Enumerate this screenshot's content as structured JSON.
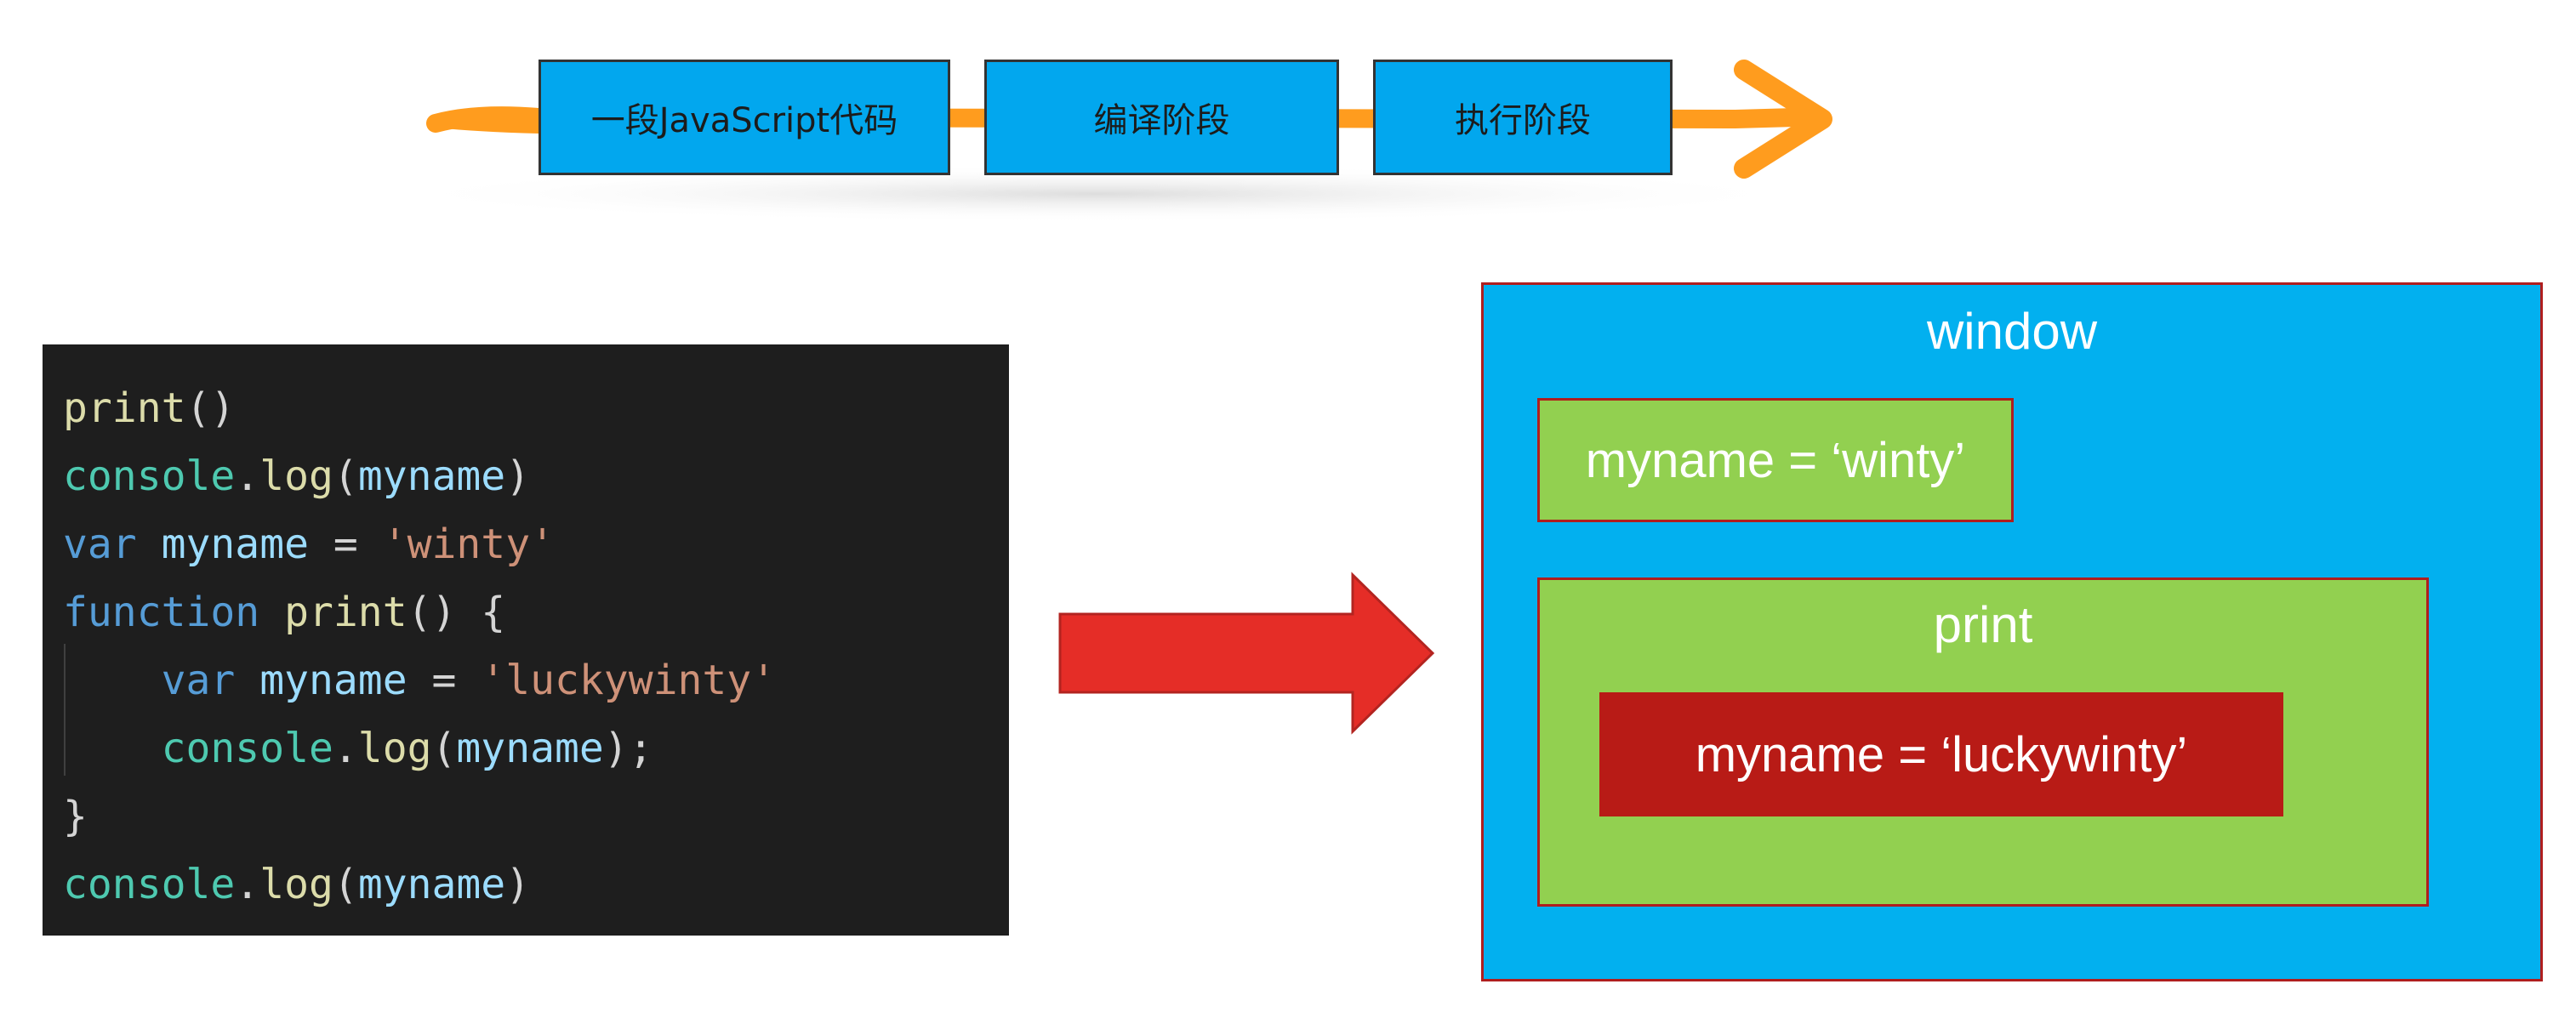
{
  "pipeline": {
    "stages": [
      {
        "label": "一段JavaScript代码"
      },
      {
        "label": "编译阶段"
      },
      {
        "label": "执行阶段"
      }
    ],
    "colors": {
      "stage_fill": "#02a7ee",
      "line": "#ff9c1e"
    }
  },
  "code": {
    "lines": [
      {
        "tokens": [
          {
            "t": "print",
            "c": "fn"
          },
          {
            "t": "()",
            "c": "pun"
          }
        ]
      },
      {
        "tokens": [
          {
            "t": "console",
            "c": "obj"
          },
          {
            "t": ".",
            "c": "pun"
          },
          {
            "t": "log",
            "c": "fn"
          },
          {
            "t": "(",
            "c": "pun"
          },
          {
            "t": "myname",
            "c": "var"
          },
          {
            "t": ")",
            "c": "pun"
          }
        ]
      },
      {
        "tokens": [
          {
            "t": "var",
            "c": "kw"
          },
          {
            "t": " ",
            "c": "pun"
          },
          {
            "t": "myname",
            "c": "var"
          },
          {
            "t": " = ",
            "c": "pun"
          },
          {
            "t": "'winty'",
            "c": "str"
          }
        ]
      },
      {
        "tokens": [
          {
            "t": "function",
            "c": "kw"
          },
          {
            "t": " ",
            "c": "pun"
          },
          {
            "t": "print",
            "c": "fn"
          },
          {
            "t": "() {",
            "c": "pun"
          }
        ]
      },
      {
        "tokens": [
          {
            "t": "    ",
            "c": "pun"
          },
          {
            "t": "var",
            "c": "kw"
          },
          {
            "t": " ",
            "c": "pun"
          },
          {
            "t": "myname",
            "c": "var"
          },
          {
            "t": " = ",
            "c": "pun"
          },
          {
            "t": "'luckywinty'",
            "c": "str"
          }
        ]
      },
      {
        "tokens": [
          {
            "t": "    ",
            "c": "pun"
          },
          {
            "t": "console",
            "c": "obj"
          },
          {
            "t": ".",
            "c": "pun"
          },
          {
            "t": "log",
            "c": "fn"
          },
          {
            "t": "(",
            "c": "pun"
          },
          {
            "t": "myname",
            "c": "var"
          },
          {
            "t": ");",
            "c": "pun"
          }
        ]
      },
      {
        "tokens": [
          {
            "t": "}",
            "c": "pun"
          }
        ]
      },
      {
        "tokens": [
          {
            "t": "console",
            "c": "obj"
          },
          {
            "t": ".",
            "c": "pun"
          },
          {
            "t": "log",
            "c": "fn"
          },
          {
            "t": "(",
            "c": "pun"
          },
          {
            "t": "myname",
            "c": "var"
          },
          {
            "t": ")",
            "c": "pun"
          }
        ]
      }
    ]
  },
  "scopes": {
    "window": {
      "title": "window",
      "variable": "myname = ‘winty’"
    },
    "print": {
      "title": "print",
      "variable": "myname = ‘luckywinty’"
    },
    "colors": {
      "window_fill": "#02b0ef",
      "scope_fill": "#92d050",
      "inner_var_fill": "#b81b16",
      "border": "#b01e1e"
    }
  },
  "arrow": {
    "color": "#e52d27",
    "icon": "right-arrow-icon"
  }
}
